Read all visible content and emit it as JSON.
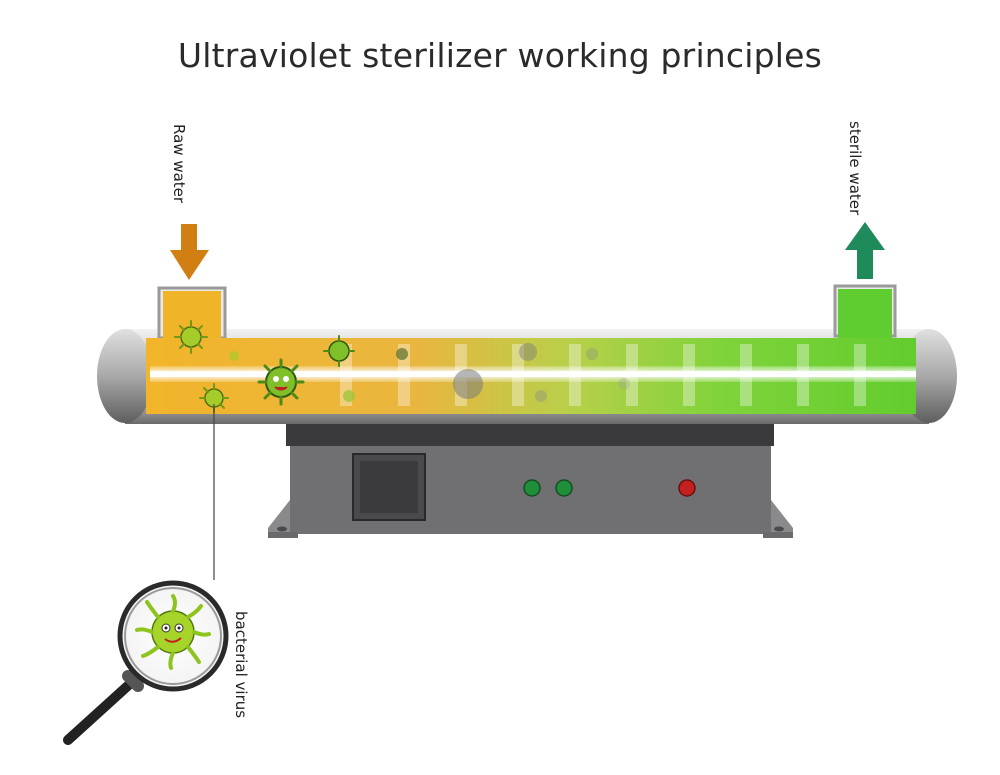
{
  "title": "Ultraviolet sterilizer working principles",
  "labels": {
    "raw_water": "Raw water",
    "sterile_water": "sterile water",
    "bacterial_virus": "bacterial virus"
  },
  "colors": {
    "inlet_arrow": "#d17f12",
    "outlet_arrow": "#1f8a5a",
    "water_raw": "#f0b428",
    "water_sterile": "#6ccf2e",
    "housing": "#6e6e70",
    "indicator_green": "#1f8f3a",
    "indicator_red": "#c42020"
  }
}
